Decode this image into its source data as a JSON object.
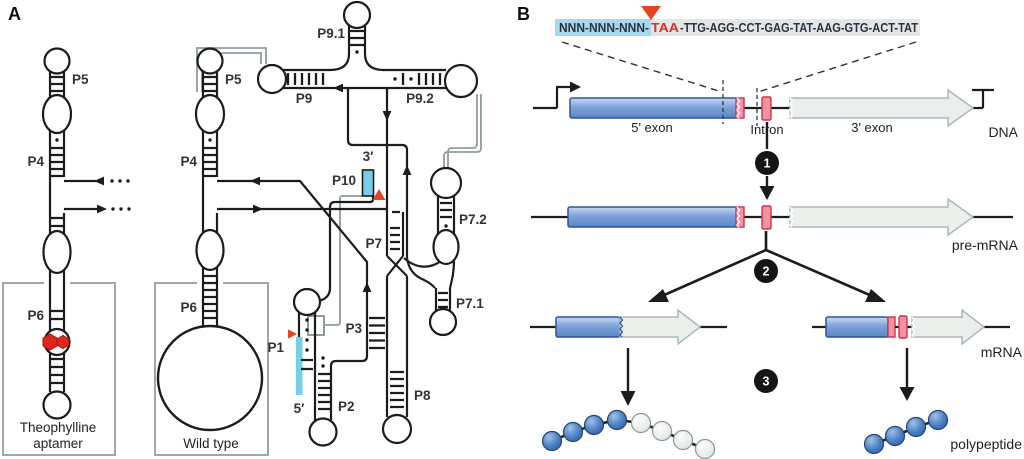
{
  "panelA": {
    "label": "A",
    "aptamer": {
      "p5": "P5",
      "p4": "P4",
      "p6": "P6",
      "caption_line1": "Theophylline",
      "caption_line2": "aptamer"
    },
    "wild": {
      "p5": "P5",
      "p4": "P4",
      "p6": "P6",
      "caption": "Wild type"
    },
    "core": {
      "p9_1": "P9.1",
      "p9": "P9",
      "p9_2": "P9.2",
      "p10": "P10",
      "p7": "P7",
      "p7_2": "P7.2",
      "p7_1": "P7.1",
      "p8": "P8",
      "p3": "P3",
      "p2": "P2",
      "p1": "P1",
      "three_prime": "3′",
      "five_prime": "5′"
    }
  },
  "panelB": {
    "label": "B",
    "sequence": {
      "insert": "NNN-NNN-NNN-",
      "stop": "TAA",
      "rest": "-TTG-AGG-CCT-GAG-TAT-AAG-GTG-ACT-TAT"
    },
    "gene": {
      "exon5": "5' exon",
      "intron": "Intron",
      "exon3": "3' exon"
    },
    "row_labels": {
      "dna": "DNA",
      "pre_mrna": "pre-mRNA",
      "mrna": "mRNA",
      "polypeptide": "polypeptide"
    },
    "steps": {
      "s1": "1",
      "s2": "2",
      "s3": "3"
    }
  },
  "colors": {
    "highlight_blue": "#a8d8ee",
    "stop_red": "#d8352a",
    "marker_orange": "#e8431f",
    "cyan": "#74cfe9",
    "exon_blue": "#7fa3d8",
    "intron_pink": "#f4939f",
    "intron_border": "#cc3350",
    "utr_gray": "#eaefec",
    "connector_gray": "#8d9d9b",
    "ligand_red": "#e1251b",
    "bead_blue": "#3a6cb4"
  }
}
